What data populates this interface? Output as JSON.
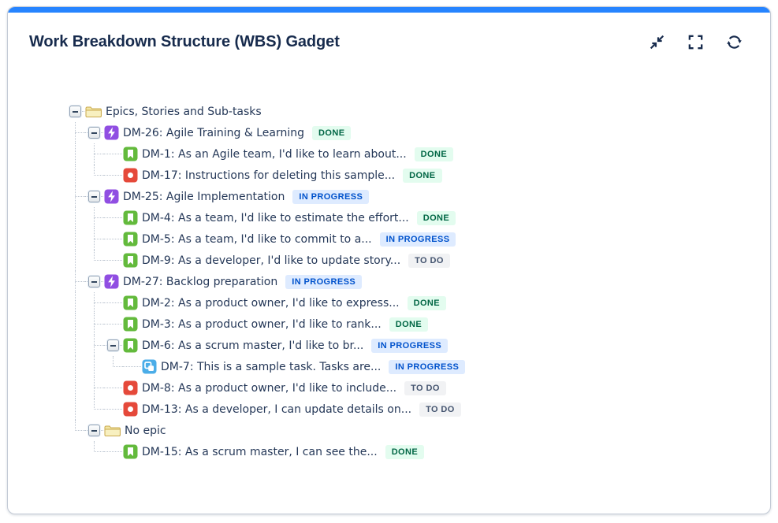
{
  "header": {
    "title": "Work Breakdown Structure (WBS) Gadget",
    "actions": [
      {
        "name": "collapse-all",
        "icon": "collapse-icon"
      },
      {
        "name": "fullscreen",
        "icon": "fullscreen-icon"
      },
      {
        "name": "refresh",
        "icon": "refresh-icon"
      }
    ]
  },
  "colors": {
    "accent_blue": "#2684FF",
    "heading": "#172B4D",
    "tree_text": "#253858",
    "epic": "#904EE2",
    "story": "#63BA3C",
    "bug": "#E5493A",
    "subtask": "#4BADE8",
    "folder_fill": "#F3E6A4",
    "folder_front": "#F8F0C0",
    "folder_border": "#C9A94E",
    "connector_dots": "#B9C2CE"
  },
  "statuses": {
    "DONE": {
      "label": "DONE",
      "bg": "#E3FCEF",
      "fg": "#006644"
    },
    "IN_PROGRESS": {
      "label": "IN PROGRESS",
      "bg": "#DEEBFF",
      "fg": "#0052CC"
    },
    "TO_DO": {
      "label": "TO DO",
      "bg": "#F1F2F4",
      "fg": "#44546F"
    }
  },
  "tree": {
    "label": "Epics, Stories and Sub-tasks",
    "type": "folder",
    "expanded": true,
    "children": [
      {
        "label": "DM-26: Agile Training & Learning",
        "type": "epic",
        "status": "DONE",
        "expanded": true,
        "children": [
          {
            "label": "DM-1: As an Agile team, I'd like to learn about...",
            "type": "story",
            "status": "DONE"
          },
          {
            "label": "DM-17: Instructions for deleting this sample...",
            "type": "bug",
            "status": "DONE"
          }
        ]
      },
      {
        "label": "DM-25: Agile Implementation",
        "type": "epic",
        "status": "IN_PROGRESS",
        "expanded": true,
        "children": [
          {
            "label": "DM-4: As a team, I'd like to estimate the effort...",
            "type": "story",
            "status": "DONE"
          },
          {
            "label": "DM-5: As a team, I'd like to commit to a...",
            "type": "story",
            "status": "IN_PROGRESS"
          },
          {
            "label": "DM-9: As a developer, I'd like to update story...",
            "type": "story",
            "status": "TO_DO"
          }
        ]
      },
      {
        "label": "DM-27: Backlog preparation",
        "type": "epic",
        "status": "IN_PROGRESS",
        "expanded": true,
        "children": [
          {
            "label": "DM-2: As a product owner, I'd like to express...",
            "type": "story",
            "status": "DONE"
          },
          {
            "label": "DM-3: As a product owner, I'd like to rank...",
            "type": "story",
            "status": "DONE"
          },
          {
            "label": "DM-6: As a scrum master, I'd like to br...",
            "type": "story",
            "status": "IN_PROGRESS",
            "expanded": true,
            "children": [
              {
                "label": "DM-7: This is a sample task. Tasks are...",
                "type": "subtask",
                "status": "IN_PROGRESS"
              }
            ]
          },
          {
            "label": "DM-8: As a product owner, I'd like to include...",
            "type": "bug",
            "status": "TO_DO"
          },
          {
            "label": "DM-13: As a developer, I can update details on...",
            "type": "bug",
            "status": "TO_DO"
          }
        ]
      },
      {
        "label": "No epic",
        "type": "folder",
        "expanded": true,
        "children": [
          {
            "label": "DM-15: As a scrum master, I can see the...",
            "type": "story",
            "status": "DONE"
          }
        ]
      }
    ]
  }
}
